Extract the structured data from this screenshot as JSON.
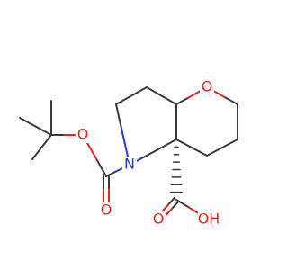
{
  "molecule": {
    "atoms": {
      "ring_oxygen": "O",
      "nitrogen": "N",
      "carbamate_oxygen": "O",
      "carbamate_carbonyl_oxygen": "O",
      "acid_carbonyl_oxygen": "O",
      "acid_hydroxyl": "OH"
    }
  },
  "colors": {
    "bond": "#3a3a3a",
    "oxygen": "#e8231f",
    "nitrogen": "#2a35d6"
  }
}
